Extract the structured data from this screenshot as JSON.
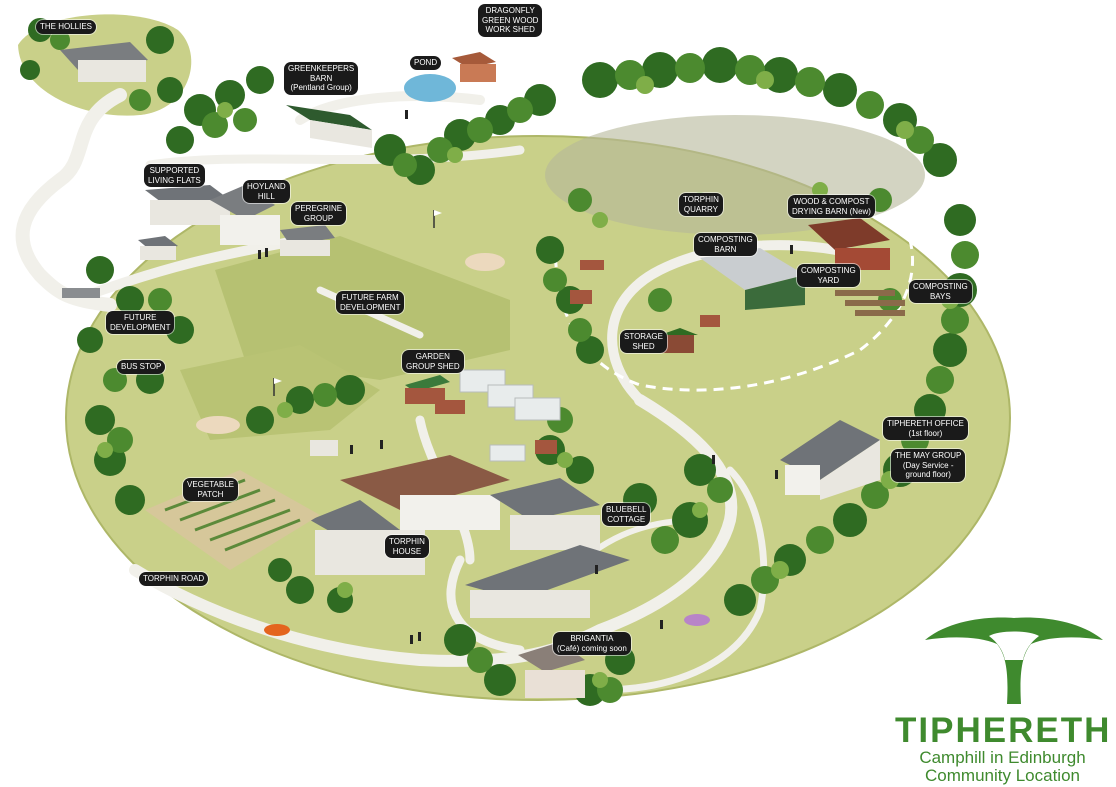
{
  "map": {
    "labels": {
      "the_hollies": [
        "THE HOLLIES"
      ],
      "greenkeepers_barn": [
        "GREENKEEPERS",
        "BARN",
        "(Pentland Group)"
      ],
      "pond": [
        "POND"
      ],
      "dragonfly": [
        "DRAGONFLY",
        "GREEN WOOD",
        "WORK SHED"
      ],
      "supported_living": [
        "SUPPORTED",
        "LIVING FLATS"
      ],
      "hoyland_hill": [
        "HOYLAND",
        "HILL"
      ],
      "peregrine_group": [
        "PEREGRINE",
        "GROUP"
      ],
      "torphin_quarry": [
        "TORPHIN",
        "QUARRY"
      ],
      "wood_compost_barn": [
        "WOOD & COMPOST",
        "DRYING BARN (New)"
      ],
      "composting_barn": [
        "COMPOSTING",
        "BARN"
      ],
      "composting_yard": [
        "COMPOSTING",
        "YARD"
      ],
      "composting_bays": [
        "COMPOSTING",
        "BAYS"
      ],
      "future_farm": [
        "FUTURE FARM",
        "DEVELOPMENT"
      ],
      "future_development": [
        "FUTURE",
        "DEVELOPMENT"
      ],
      "storage_shed": [
        "STORAGE",
        "SHED"
      ],
      "bus_stop": [
        "BUS STOP"
      ],
      "garden_group_shed": [
        "GARDEN",
        "GROUP SHED"
      ],
      "tiphereth_office": [
        "TIPHERETH OFFICE",
        "(1st floor)"
      ],
      "may_group": [
        "THE MAY GROUP",
        "(Day Service -",
        "ground floor)"
      ],
      "vegetable_patch": [
        "VEGETABLE",
        "PATCH"
      ],
      "bluebell_cottage": [
        "BLUEBELL",
        "COTTAGE"
      ],
      "torphin_house": [
        "TORPHIN",
        "HOUSE"
      ],
      "torphin_road": [
        "TORPHIN ROAD"
      ],
      "brigantia": [
        "BRIGANTIA",
        "(Café) coming soon"
      ]
    }
  },
  "brand": {
    "name": "TIPHERETH",
    "line1": "Camphill in Edinburgh",
    "line2": "Community Location",
    "color": "#3f8a2e"
  },
  "colors": {
    "grass": "#c9d089",
    "grass_dark": "#b6c172",
    "path": "#f1f0ea",
    "tree_dark": "#2f6b22",
    "tree_mid": "#4c8a2f",
    "tree_light": "#7fae48",
    "roof_grey": "#7a7d80",
    "wall": "#e9e7e0"
  }
}
